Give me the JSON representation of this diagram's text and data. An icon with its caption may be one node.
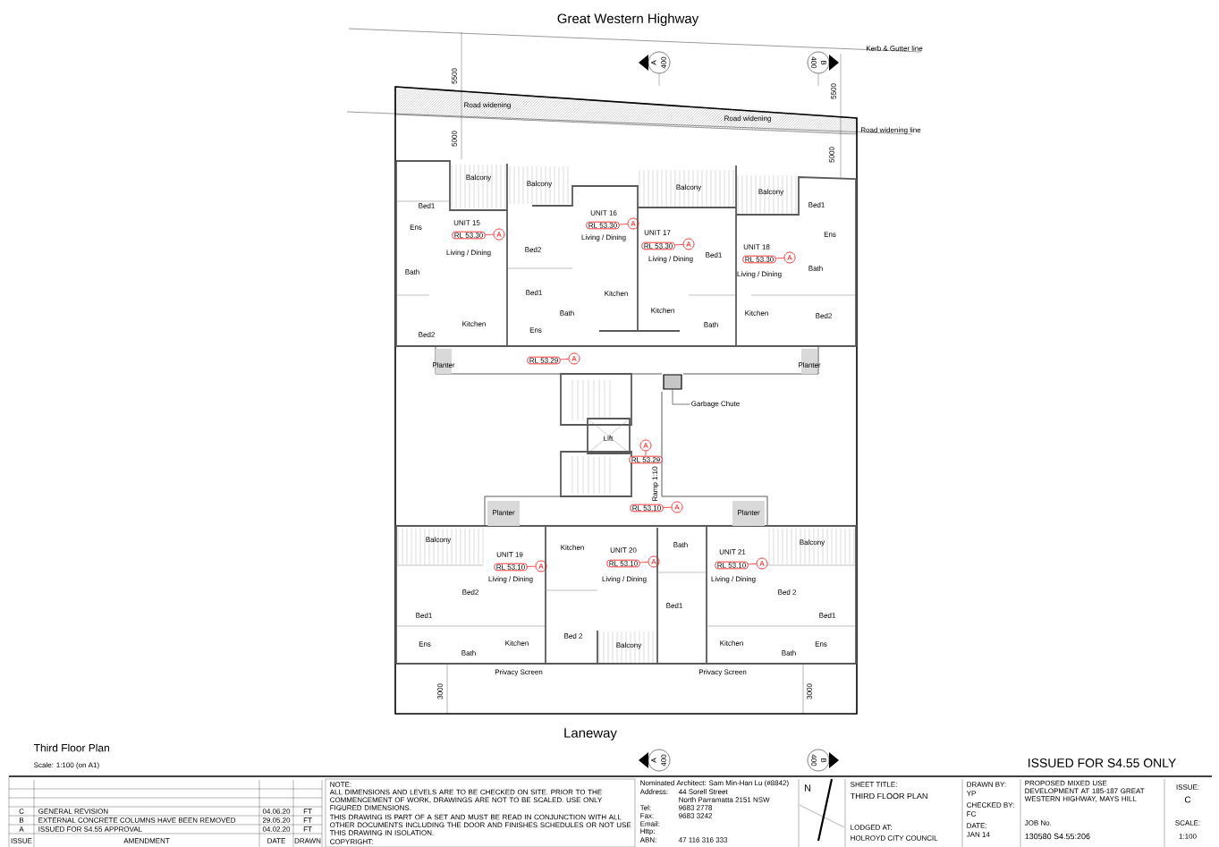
{
  "diagram": {
    "title": "Third Floor Plan",
    "nodes": [
      {
        "text": [
          "RL 53.30"
        ]
      },
      {
        "text": [
          "A"
        ]
      },
      {
        "text": [
          "RL 53.30"
        ]
      },
      {
        "text": [
          "A"
        ]
      },
      {
        "text": [
          "RL 53.30"
        ]
      },
      {
        "text": [
          "A"
        ]
      },
      {
        "text": [
          "RL 53.30"
        ]
      },
      {
        "text": [
          "A"
        ]
      },
      {
        "text": [
          "RL 53.29"
        ]
      },
      {
        "text": [
          "A"
        ]
      },
      {
        "text": [],
        "shape": "box"
      },
      {
        "text": [
          "Garbage Chute"
        ]
      },
      {
        "text": [
          "A"
        ]
      },
      {
        "text": [
          "RL 53.29"
        ]
      },
      {
        "text": [
          "RL 53.10"
        ]
      },
      {
        "text": [
          "A"
        ]
      },
      {
        "text": [
          "RL 53.10"
        ]
      },
      {
        "text": [
          "A"
        ]
      },
      {
        "text": [
          "RL 53.10"
        ]
      },
      {
        "text": [
          "A"
        ]
      },
      {
        "text": [
          "RL 53.10"
        ]
      },
      {
        "text": [
          "A"
        ]
      }
    ],
    "edges": [
      {
        "from": 0,
        "to": 1,
        "arrow": "none"
      },
      {
        "from": 2,
        "to": 3,
        "arrow": "none"
      },
      {
        "from": 4,
        "to": 5,
        "arrow": "none"
      },
      {
        "from": 6,
        "to": 7,
        "arrow": "none"
      },
      {
        "from": 8,
        "to": 9,
        "arrow": "none"
      },
      {
        "from": 11,
        "to": 10,
        "arrow": "none",
        "color": "#404040"
      },
      {
        "from": 13,
        "to": 12,
        "arrow": "none"
      },
      {
        "from": 14,
        "to": 15,
        "arrow": "none"
      },
      {
        "from": 16,
        "to": 17,
        "arrow": "none"
      },
      {
        "from": 18,
        "to": 19,
        "arrow": "none"
      },
      {
        "from": 20,
        "to": 21,
        "arrow": "none"
      }
    ],
    "labels": [
      "Great Western Highway",
      "Kerb & Gutter line",
      "Road widening",
      "Road widening",
      "Road widening line",
      "5500",
      "5500",
      "5000",
      "5000",
      "A",
      "400",
      "B",
      "400",
      "Balcony",
      "Balcony",
      "Balcony",
      "Balcony",
      "Bed1",
      "UNIT 15",
      "Living / Dining",
      "Ens",
      "Bath",
      "Kitchen",
      "Bed2",
      "UNIT 16",
      "Living / Dining",
      "Bed2",
      "Bed1",
      "Kitchen",
      "Bath",
      "Ens",
      "UNIT 17",
      "Living / Dining",
      "Bed1",
      "Kitchen",
      "Bath",
      "Bed1",
      "UNIT 18",
      "Living / Dining",
      "Ens",
      "Bath",
      "Kitchen",
      "Bed2",
      "Planter",
      "Planter",
      "Lift",
      "Ramp 1:10",
      "Planter",
      "Planter",
      "Balcony",
      "Balcony",
      "UNIT 19",
      "Living / Dining",
      "Bed2",
      "Bed1",
      "Ens",
      "Bath",
      "Kitchen",
      "Kitchen",
      "UNIT 20",
      "Living / Dining",
      "Bath",
      "Bed1",
      "Bed 2",
      "Balcony",
      "UNIT 21",
      "Living / Dining",
      "Bed 2",
      "Bed1",
      "Kitchen",
      "Bath",
      "Ens",
      "Privacy Screen",
      "Privacy Screen",
      "3000",
      "3000",
      "Laneway",
      "A",
      "400",
      "B",
      "400",
      "Scale: 1:100 (on A1)",
      "ISSUED FOR S4.55 ONLY",
      "C",
      "GENERAL REVISION",
      "04.06.20",
      "FT",
      "B",
      "EXTERNAL CONCRETE COLUMNS HAVE BEEN REMOVED",
      "29.05.20",
      "FT",
      "A",
      "ISSUED FOR S4.55 APPROVAL",
      "04.02.20",
      "FT",
      "ISSUE",
      "AMENDMENT",
      "DATE",
      "DRAWN",
      "NOTE:",
      "ALL DIMENSIONS AND LEVELS ARE TO BE CHECKED ON SITE. PRIOR TO THE COMMENCEMENT OF WORK, DRAWINGS ARE NOT TO BE SCALED. USE ONLY FIGURED DIMENSIONS.",
      "THIS DRAWING IS PART OF A SET AND MUST BE READ IN CONJUNCTION WITH ALL OTHER DOCUMENTS INCLUDING THE DOOR AND FINISHES SCHEDULES OR NOT USE THIS DRAWING IN ISOLATION.",
      "COPYRIGHT:",
      "Nominated Architect: Sam Min-Han Lu (#8842)",
      "Address:",
      "44 Sorell Street",
      "North Parramatta 2151 NSW",
      "Tel:",
      "9683 2778",
      "Fax:",
      "9683 3242",
      "Email:",
      "Http:",
      "ABN:",
      "47 116 316 333",
      "N",
      "SHEET TITLE:",
      "THIRD FLOOR PLAN",
      "LODGED AT:",
      "HOLROYD CITY COUNCIL",
      "DRAWN BY:",
      "YP",
      "CHECKED BY:",
      "FC",
      "DATE:",
      "JAN 14",
      "PROPOSED MIXED USE DEVELOPMENT AT 185-187 GREAT WESTERN HIGHWAY, MAYS HILL",
      "JOB No.",
      "130580 S4.55:206",
      "ISSUE:",
      "C",
      "SCALE:",
      "1:100"
    ]
  }
}
